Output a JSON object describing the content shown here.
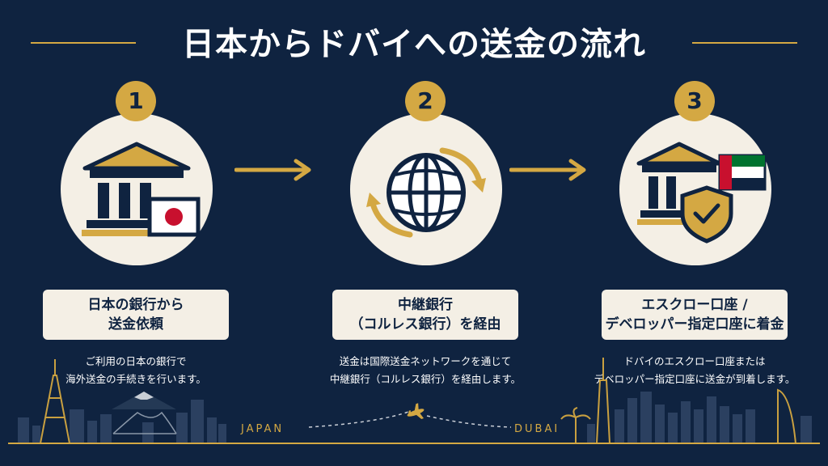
{
  "title": "日本からドバイへの送金の流れ",
  "steps": [
    {
      "number": "1",
      "label_line1": "日本の銀行から",
      "label_line2": "送金依頼",
      "desc_line1": "ご利用の日本の銀行で",
      "desc_line2": "海外送金の手続きを行います。"
    },
    {
      "number": "2",
      "label_line1": "中継銀行",
      "label_line2": "（コルレス銀行）を経由",
      "desc_line1": "送金は国際送金ネットワークを通じて",
      "desc_line2": "中継銀行（コルレス銀行）を経由します。"
    },
    {
      "number": "3",
      "label_line1": "エスクロー口座 /",
      "label_line2": "デベロッパー指定口座に着金",
      "desc_line1": "ドバイのエスクロー口座または",
      "desc_line2": "デベロッパー指定口座に送金が到着します。"
    }
  ],
  "footer": {
    "origin": "JAPAN",
    "destination": "DUBAI"
  },
  "colors": {
    "background": "#0f2340",
    "gold": "#d4a843",
    "cream": "#f4efe5",
    "red": "#c8102e",
    "green": "#00732f"
  }
}
